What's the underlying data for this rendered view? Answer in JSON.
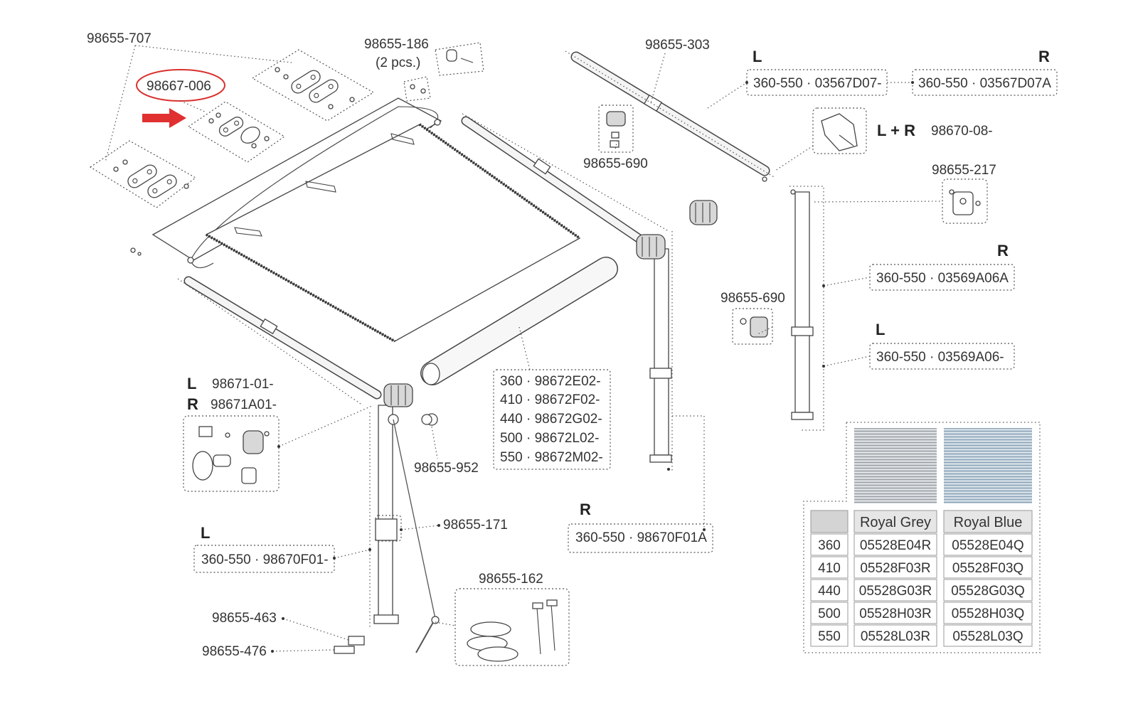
{
  "labels": {
    "p98655_707": "98655-707",
    "p98667_006": "98667-006",
    "p98655_186": "98655-186",
    "p98655_186_qty": "(2 pcs.)",
    "p98655_303": "98655-303",
    "L_top": "L",
    "R_top": "R",
    "p03567D07": "360-550 · 03567D07-",
    "p03567D07A": "360-550 · 03567D07A",
    "p98655_690_top": "98655-690",
    "LR": "L + R",
    "p98670_08": "98670-08-",
    "p98655_217": "98655-217",
    "R_mid": "R",
    "p03569A06A": "360-550 · 03569A06A",
    "p98655_690_mid": "98655-690",
    "L_mid": "L",
    "p03569A06": "360-550 · 03569A06-",
    "L_left": "L",
    "p98671_01": "98671-01-",
    "R_left": "R",
    "p98671A01": "98671A01-",
    "bar_360": "360 · 98672E02-",
    "bar_410": "410 · 98672F02-",
    "bar_440": "440 · 98672G02-",
    "bar_500": "500 · 98672L02-",
    "bar_550": "550 · 98672M02-",
    "p98655_952": "98655-952",
    "p98655_171": "98655-171",
    "L_bottom": "L",
    "p98670F01": "360-550 · 98670F01-",
    "R_bottom": "R",
    "p98670F01A": "360-550 · 98670F01A",
    "p98655_162": "98655-162",
    "p98655_463": "98655-463",
    "p98655_476": "98655-476"
  },
  "fabric_table": {
    "columns": [
      "Royal Grey",
      "Royal Blue"
    ],
    "rows": [
      {
        "size": "360",
        "grey": "05528E04R",
        "blue": "05528E04Q"
      },
      {
        "size": "410",
        "grey": "05528F03R",
        "blue": "05528F03Q"
      },
      {
        "size": "440",
        "grey": "05528G03R",
        "blue": "05528G03Q"
      },
      {
        "size": "500",
        "grey": "05528H03R",
        "blue": "05528H03Q"
      },
      {
        "size": "550",
        "grey": "05528L03R",
        "blue": "05528L03Q"
      }
    ]
  },
  "colors": {
    "highlight_ellipse": "#d9302c",
    "arrow": "#e03030",
    "swatch_grey": "#c4c8cc",
    "swatch_blue": "#b6c8d6"
  }
}
